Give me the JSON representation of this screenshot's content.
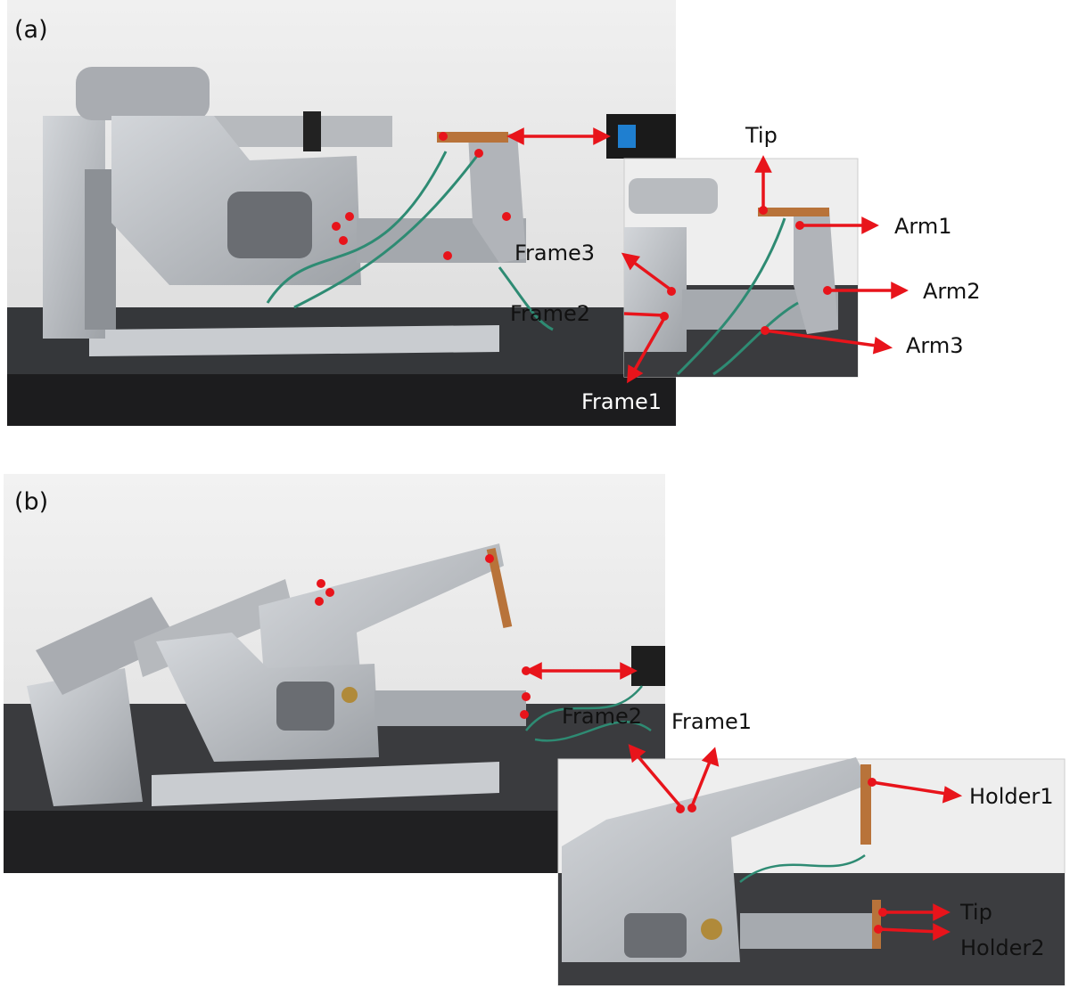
{
  "figure": {
    "panel_a": {
      "label": "(a)",
      "callouts": {
        "tip": "Tip",
        "arm1": "Arm1",
        "arm2": "Arm2",
        "arm3": "Arm3",
        "frame1": "Frame1",
        "frame2": "Frame2",
        "frame3": "Frame3"
      }
    },
    "panel_b": {
      "label": "(b)",
      "callouts": {
        "frame1": "Frame1",
        "frame2": "Frame2",
        "holder1": "Holder1",
        "holder2": "Holder2",
        "tip": "Tip"
      }
    }
  },
  "colors": {
    "marker": "#e8141b",
    "wall": "#e6e6e6",
    "table": "#2e2f31",
    "aluminum": "#b9bcc0",
    "copper": "#b8733a"
  }
}
